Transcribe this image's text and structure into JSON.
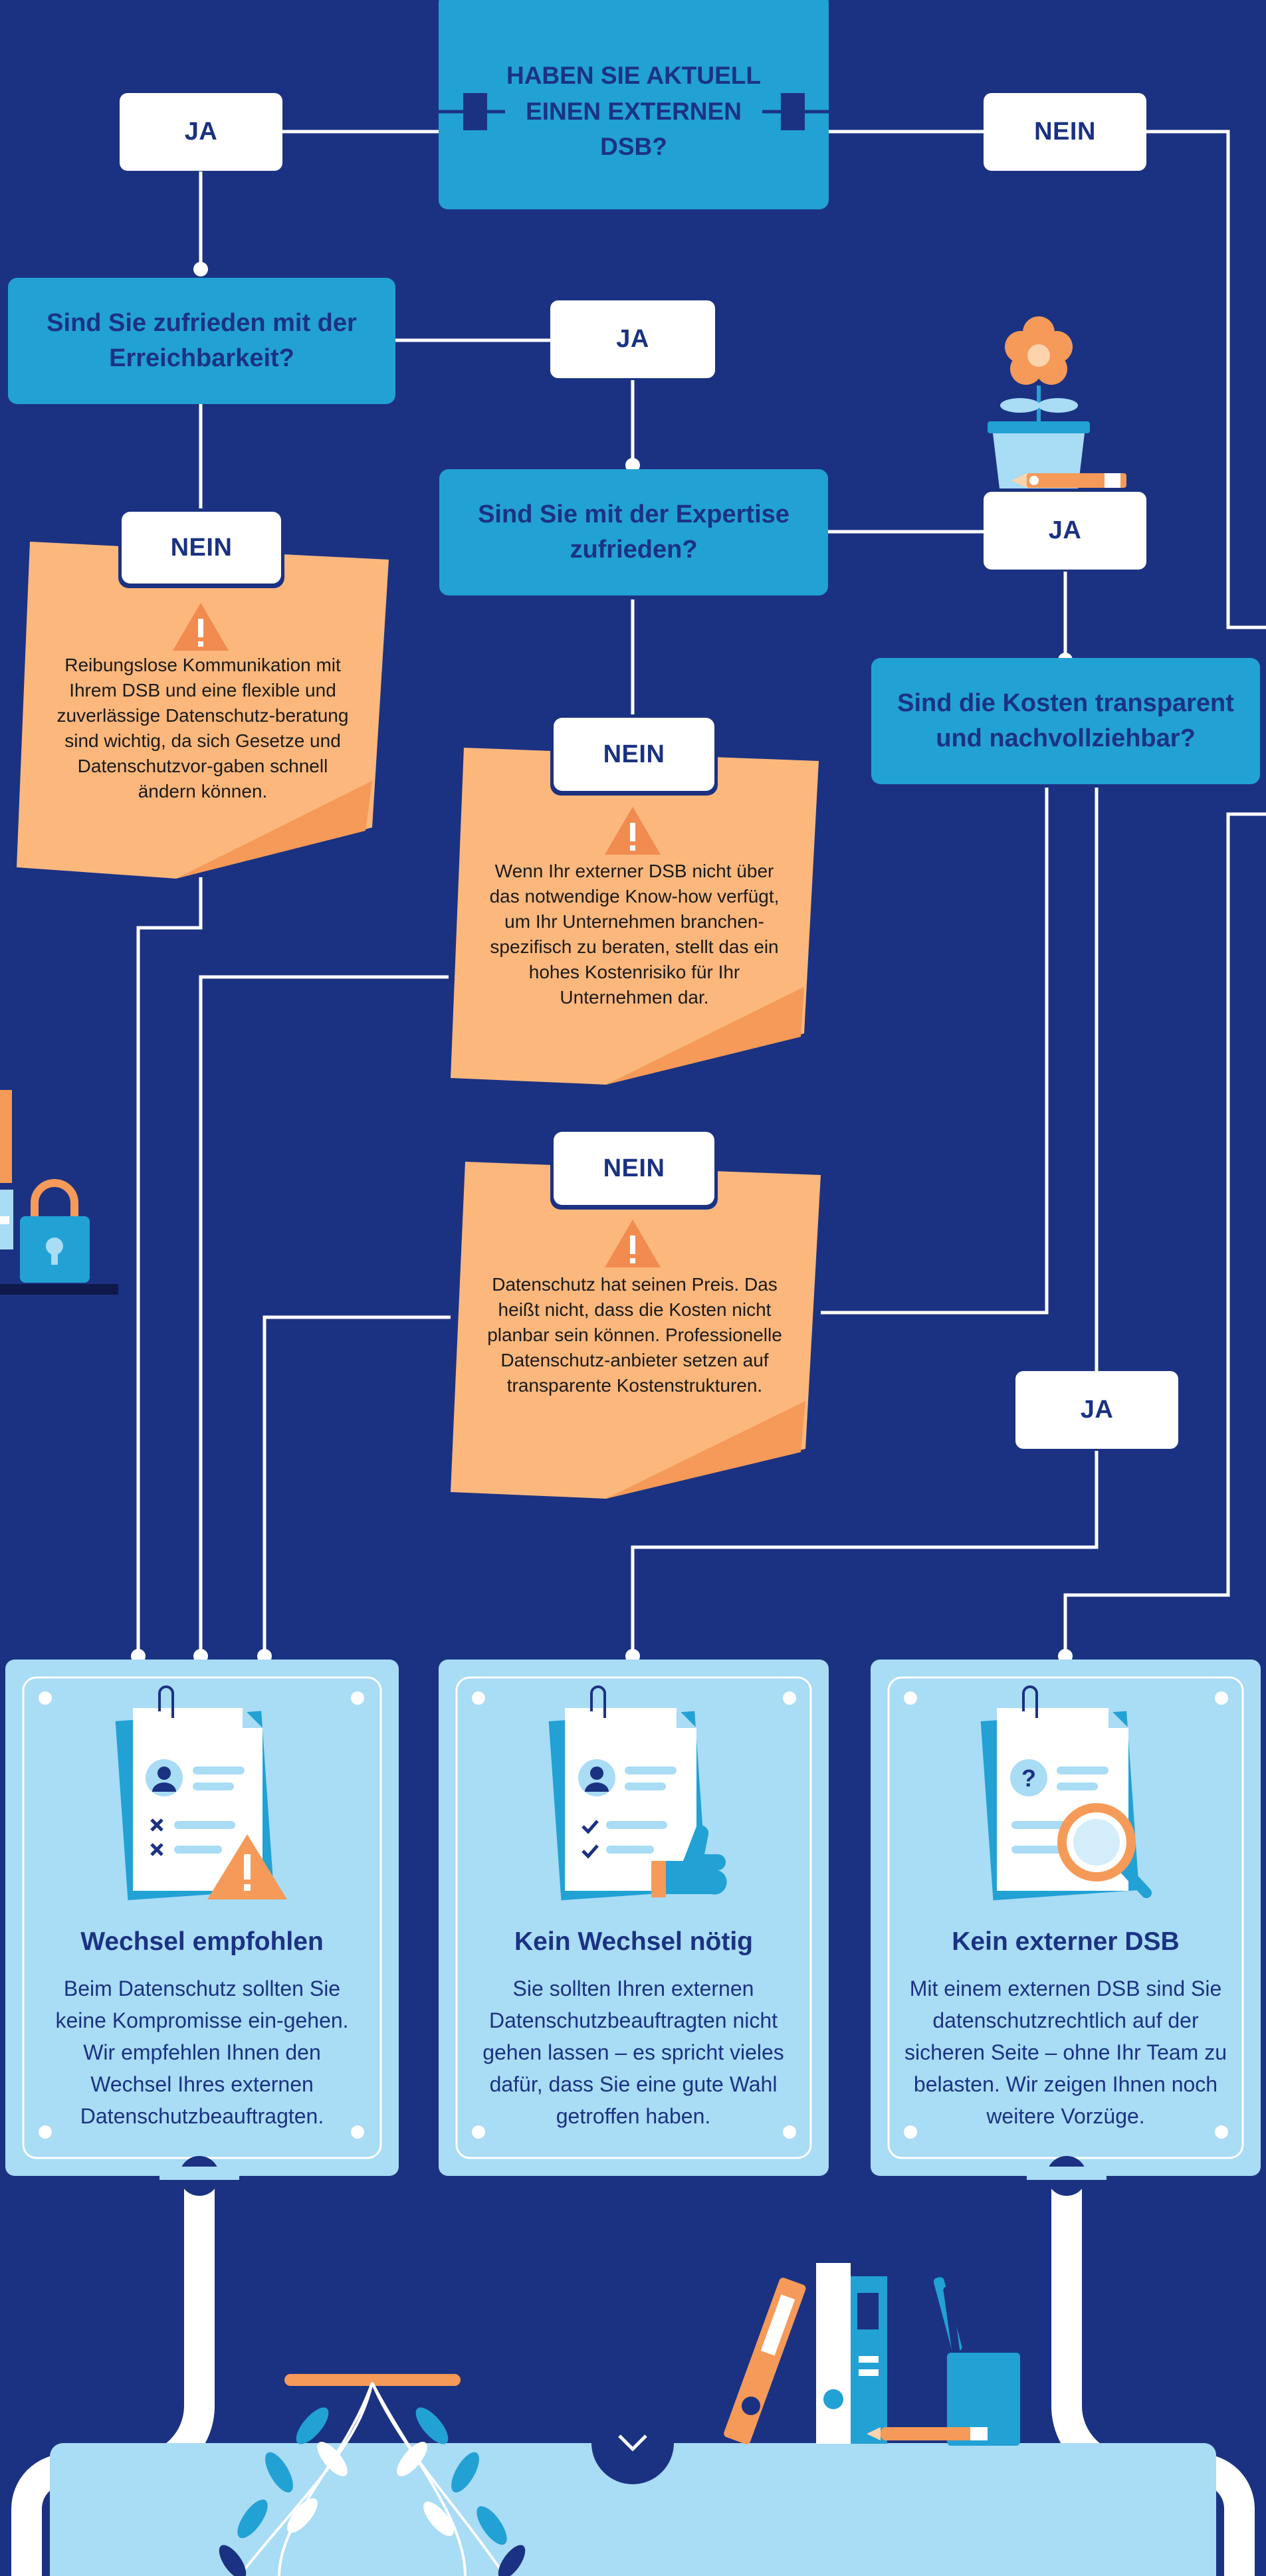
{
  "flow": {
    "start_question": "HABEN SIE AKTUELL EINEN EXTERNEN DSB?",
    "q_reachability": "Sind Sie zufrieden mit der Erreichbarkeit?",
    "q_expertise": "Sind Sie mit der Expertise zufrieden?",
    "q_costs": "Sind die Kosten transparent und nachvollziehbar?",
    "labels": {
      "ja_top": "JA",
      "nein_top": "NEIN",
      "ja_reach": "JA",
      "nein_reach": "NEIN",
      "nein_expertise": "NEIN",
      "ja_expertise": "JA",
      "nein_costs": "NEIN",
      "ja_costs": "JA"
    }
  },
  "notes": {
    "reachability": "Reibungslose Kommunikation mit Ihrem DSB und eine flexible und zuverlässige Datenschutz-beratung sind wichtig, da sich Gesetze und Datenschutzvor-gaben schnell ändern können.",
    "expertise": "Wenn Ihr externer DSB nicht über das notwendige Know-how verfügt, um Ihr Unternehmen branchen-spezifisch zu beraten, stellt das ein hohes Kostenrisiko für Ihr Unternehmen dar.",
    "costs": "Datenschutz hat seinen Preis. Das heißt nicht, dass die Kosten nicht planbar sein können. Professionelle Datenschutz-anbieter setzen auf transparente Kostenstrukturen."
  },
  "results": [
    {
      "title": "Wechsel empfohlen",
      "text": "Beim Datenschutz sollten Sie keine Kompromisse ein-gehen. Wir empfehlen Ihnen den Wechsel Ihres externen Datenschutzbeauftragten."
    },
    {
      "title": "Kein Wechsel nötig",
      "text": "Sie sollten Ihren externen Datenschutzbeauftragten nicht gehen lassen – es spricht vieles dafür, dass Sie eine gute Wahl getroffen haben."
    },
    {
      "title": "Kein externer DSB",
      "text": "Mit einem externen DSB sind Sie datenschutzrechtlich auf der sicheren Seite – ohne Ihr Team zu belasten. Wir zeigen Ihnen noch weitere Vorzüge."
    }
  ],
  "colors": {
    "background": "#1b3282",
    "question_box": "#22a1d4",
    "card": "#a9dcf5",
    "note": "#fbb77c",
    "note_fold": "#f59a58",
    "warning": "#f18b4f",
    "label_text": "#1b3282"
  },
  "icons": [
    "warning-icon",
    "flower-pot-icon",
    "pencil-icon",
    "padlock-icon",
    "document-warning-icon",
    "document-thumbs-up-icon",
    "document-search-icon",
    "plant-icon",
    "binder-icon",
    "pen-cup-icon",
    "chevron-down-icon"
  ]
}
